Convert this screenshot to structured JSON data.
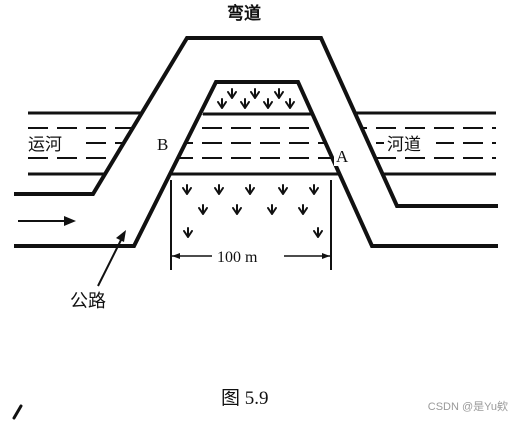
{
  "labels": {
    "bend": "弯道",
    "canal": "运河",
    "river": "河道",
    "point_b": "B",
    "point_a": "A",
    "road": "公路",
    "distance": "100 m"
  },
  "caption": "图 5.9",
  "watermark": "CSDN @是Yu欸",
  "vegetation_symbol": "grass-tuft"
}
